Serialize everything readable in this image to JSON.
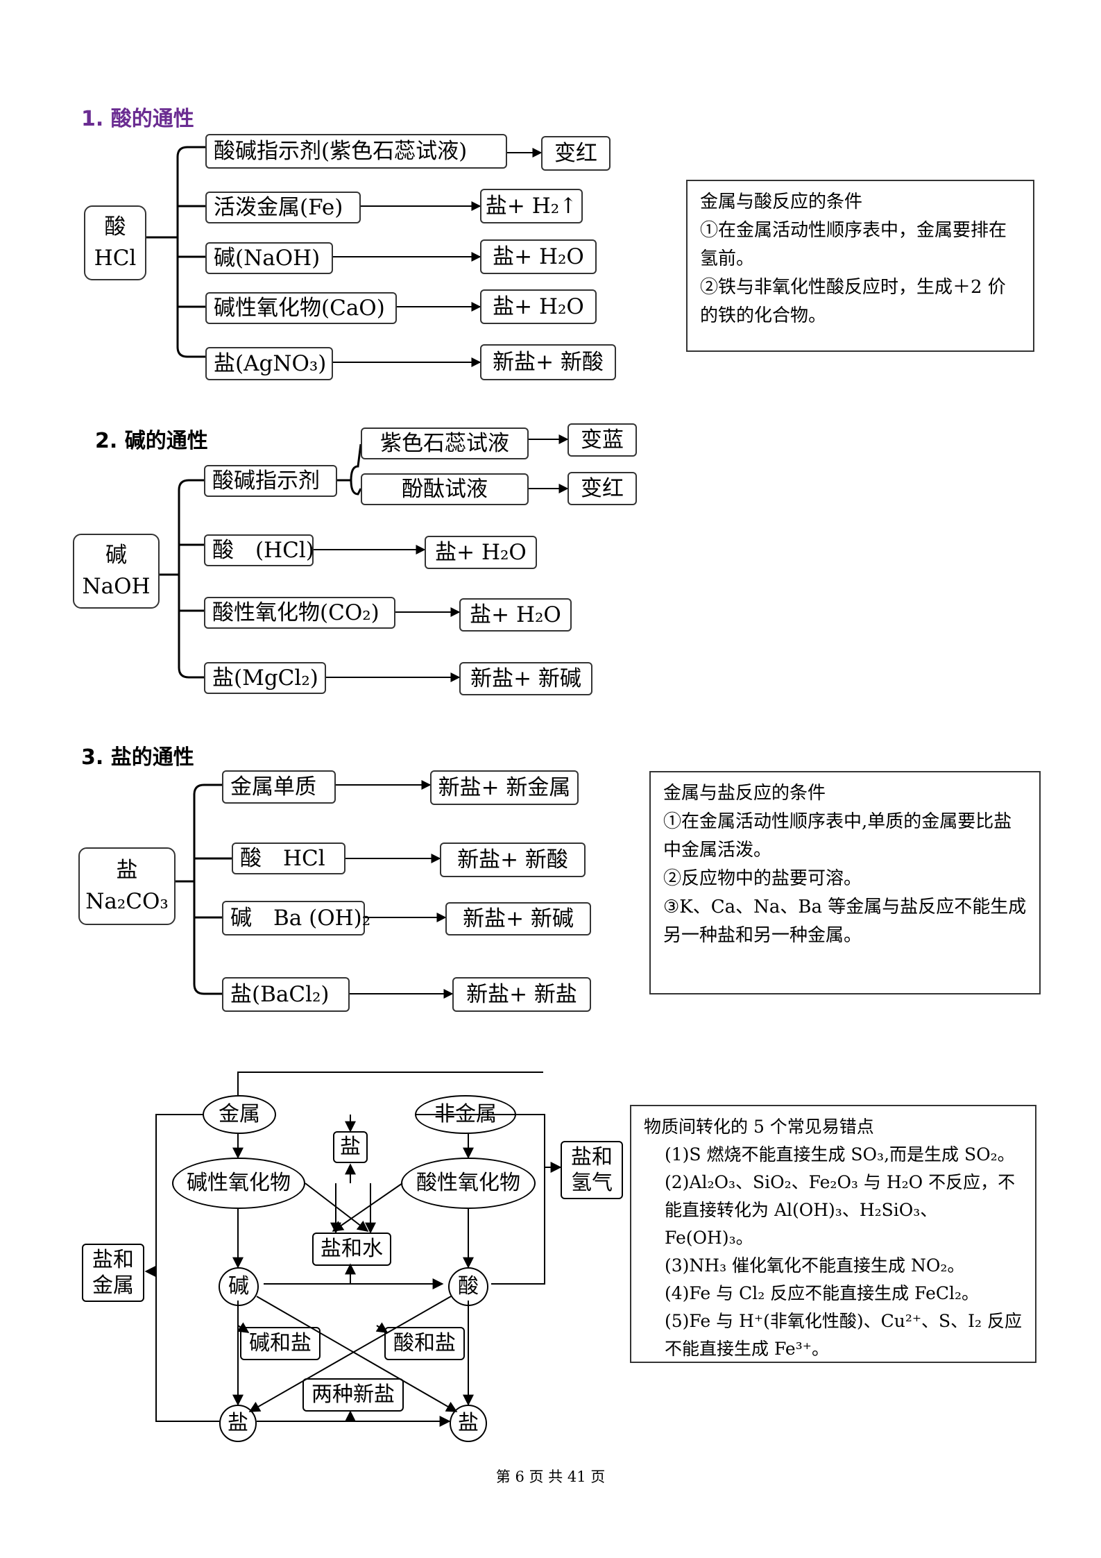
{
  "sections": {
    "acid": {
      "heading": "1. 酸的通性",
      "main": [
        "酸",
        "HCl"
      ],
      "r1": {
        "reactant": "酸碱指示剂(紫色石蕊试液)",
        "product": "变红"
      },
      "r2": {
        "reactant": "活泼金属(Fe)",
        "product": "盐+ H₂↑"
      },
      "r3": {
        "reactant": "碱(NaOH)",
        "product": "盐+ H₂O"
      },
      "r4": {
        "reactant": "碱性氧化物(CaO)",
        "product": "盐+ H₂O"
      },
      "r5": {
        "reactant": "盐(AgNO₃)",
        "product": "新盐+ 新酸"
      },
      "note": {
        "title": "金属与酸反应的条件",
        "lines": [
          "①在金属活动性顺序表中，金属要排在氢前。",
          "②铁与非氧化性酸反应时，生成＋2 价的铁的化合物。"
        ]
      }
    },
    "base": {
      "heading": "2. 碱的通性",
      "main": [
        "碱",
        "NaOH"
      ],
      "indicator": "酸碱指示剂",
      "ind_a": {
        "reactant": "紫色石蕊试液",
        "product": "变蓝"
      },
      "ind_b": {
        "reactant": "酚酞试液",
        "product": "变红"
      },
      "r2": {
        "reactant": "酸　(HCl)",
        "product": "盐+ H₂O"
      },
      "r3": {
        "reactant": "酸性氧化物(CO₂)",
        "product": "盐+ H₂O"
      },
      "r4": {
        "reactant": "盐(MgCl₂)",
        "product": "新盐+ 新碱"
      }
    },
    "salt": {
      "heading": "3. 盐的通性",
      "main": [
        "盐",
        "Na₂CO₃"
      ],
      "r1": {
        "reactant": "金属单质",
        "product": "新盐+ 新金属"
      },
      "r2": {
        "reactant": "酸　HCl",
        "product": "新盐+ 新酸"
      },
      "r3": {
        "reactant": "碱　Ba (OH)₂",
        "product": "新盐+ 新碱"
      },
      "r4": {
        "reactant": "盐(BaCl₂)",
        "product": "新盐+ 新盐"
      },
      "note": {
        "title": "金属与盐反应的条件",
        "lines": [
          "①在金属活动性顺序表中,单质的金属要比盐中金属活泼。",
          "②反应物中的盐要可溶。",
          "③K、Ca、Na、Ba 等金属与盐反应不能生成另一种盐和另一种金属。"
        ]
      }
    }
  },
  "network": {
    "metal": "金属",
    "nonmetal": "非金属",
    "salt_top": "盐",
    "basic_oxide": "碱性氧化物",
    "acidic_oxide": "酸性氧化物",
    "salt_water": "盐和水",
    "base": "碱",
    "acid": "酸",
    "base_salt": "碱和盐",
    "acid_salt": "酸和盐",
    "two_new_salts": "两种新盐",
    "salt_left": "盐",
    "salt_right": "盐",
    "salt_metal": [
      "盐和",
      "金属"
    ],
    "salt_hydrogen": [
      "盐和",
      "氢气"
    ]
  },
  "errors_note": {
    "title": "物质间转化的 5 个常见易错点",
    "items": [
      "(1)S 燃烧不能直接生成 SO₃,而是生成 SO₂。",
      "(2)Al₂O₃、SiO₂、Fe₂O₃ 与 H₂O 不反应，不能直接转化为 Al(OH)₃、H₂SiO₃、Fe(OH)₃。",
      "(3)NH₃ 催化氧化不能直接生成 NO₂。",
      "(4)Fe 与 Cl₂ 反应不能直接生成 FeCl₂。",
      "(5)Fe 与 H⁺(非氧化性酸)、Cu²⁺、S、I₂ 反应不能直接生成 Fe³⁺。"
    ]
  },
  "footer": "第 6 页 共 41 页"
}
